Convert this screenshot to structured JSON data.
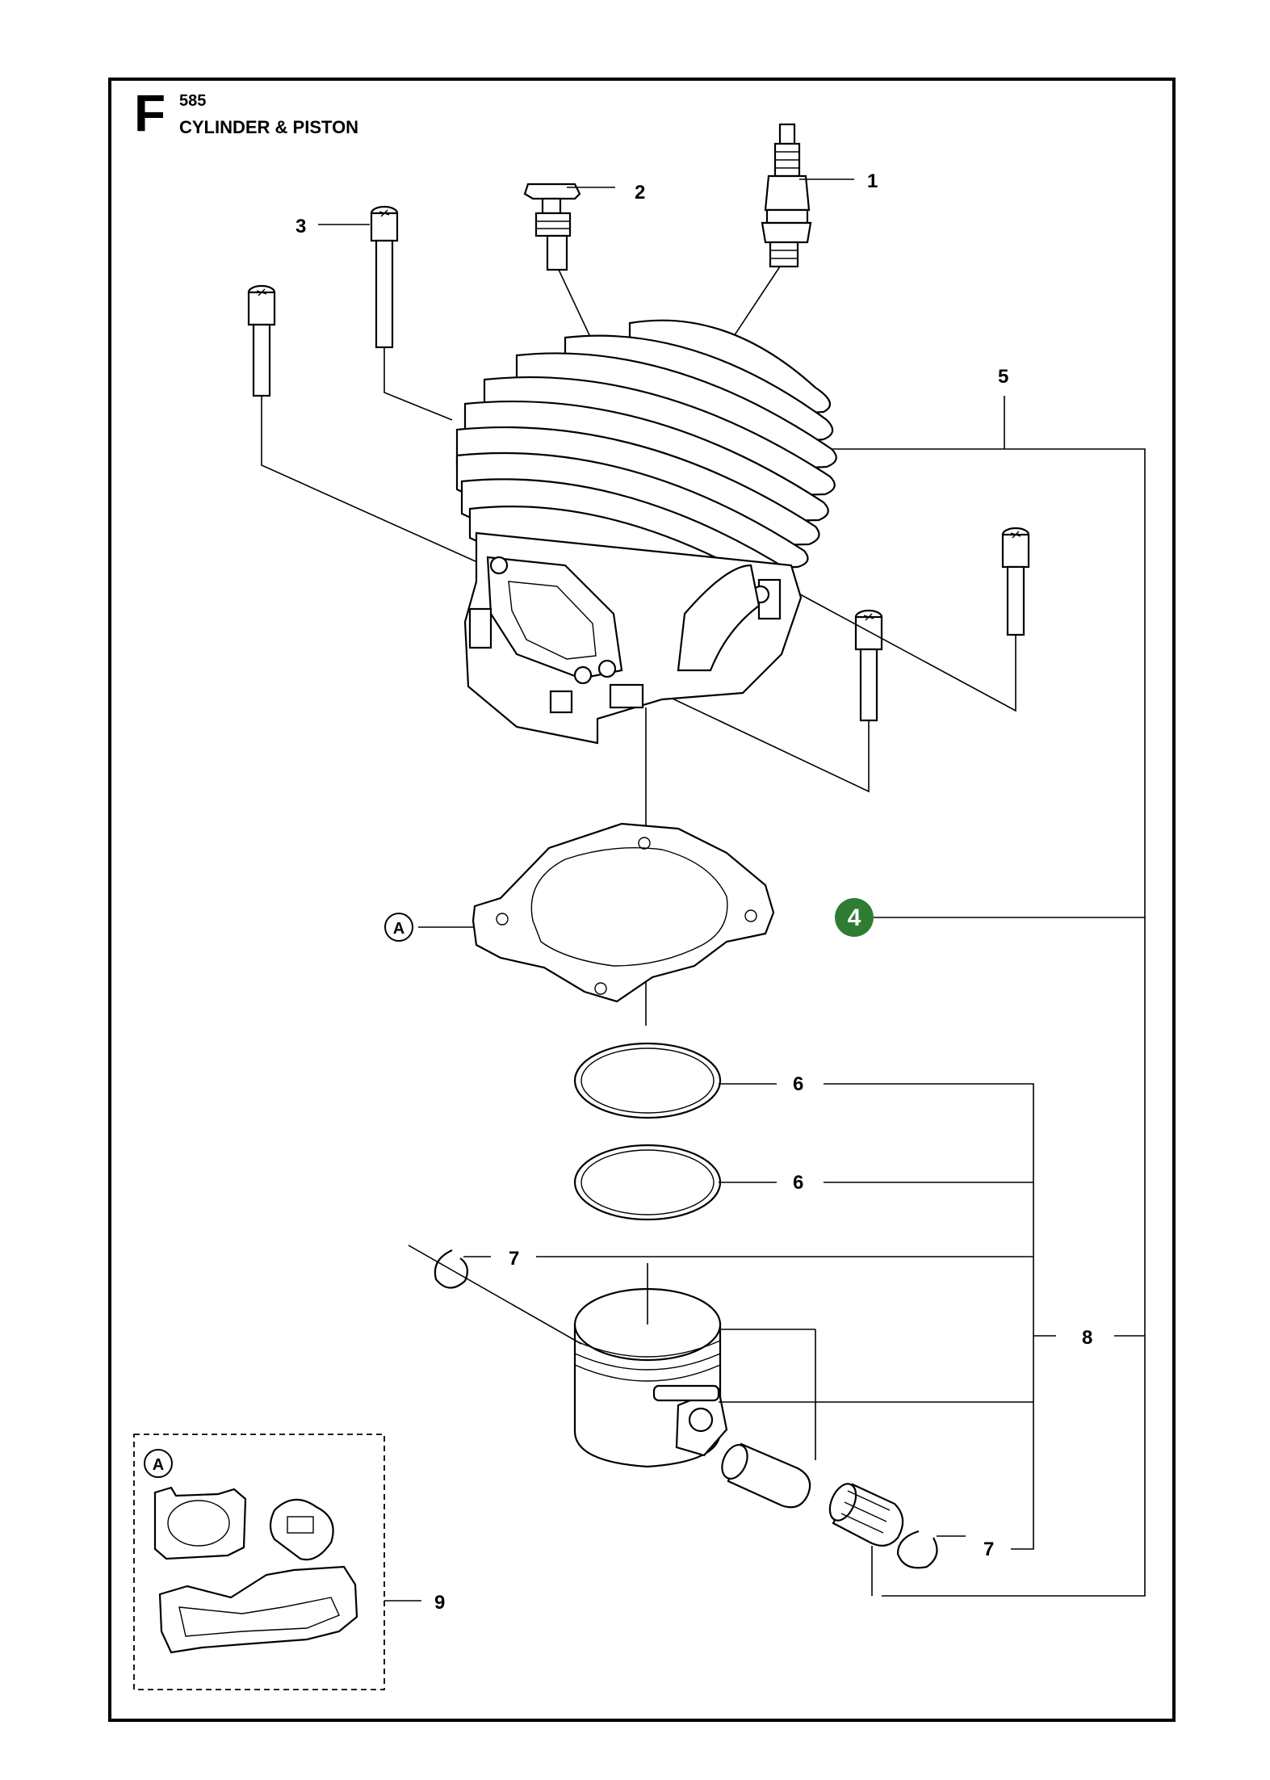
{
  "header": {
    "section_letter": "F",
    "model": "585",
    "title": "CYLINDER & PISTON"
  },
  "callouts": {
    "c1": "1",
    "c2": "2",
    "c3": "3",
    "c4": "4",
    "c5": "5",
    "c6a": "6",
    "c6b": "6",
    "c7a": "7",
    "c7b": "7",
    "c8": "8",
    "c9": "9",
    "ref_a": "A",
    "kit_ref_a": "A"
  },
  "colors": {
    "highlight": "#2e7d32",
    "line": "#000000"
  }
}
